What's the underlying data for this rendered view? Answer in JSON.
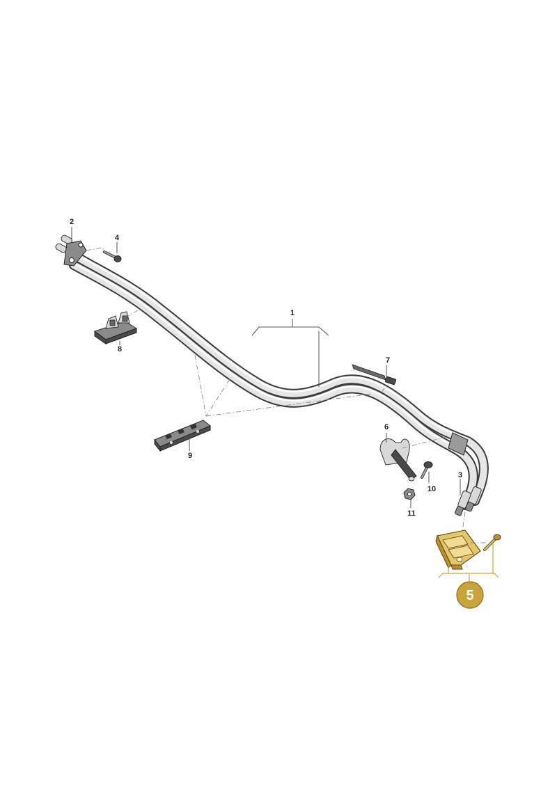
{
  "diagram": {
    "callouts": [
      {
        "id": "1",
        "label": "1"
      },
      {
        "id": "2",
        "label": "2"
      },
      {
        "id": "3",
        "label": "3"
      },
      {
        "id": "4",
        "label": "4"
      },
      {
        "id": "6",
        "label": "6"
      },
      {
        "id": "7",
        "label": "7"
      },
      {
        "id": "8",
        "label": "8"
      },
      {
        "id": "9",
        "label": "9"
      },
      {
        "id": "10",
        "label": "10"
      },
      {
        "id": "11",
        "label": "11"
      }
    ],
    "highlight": {
      "label": "5",
      "color": "#c9a43a",
      "fill": "#e6c66b"
    }
  }
}
